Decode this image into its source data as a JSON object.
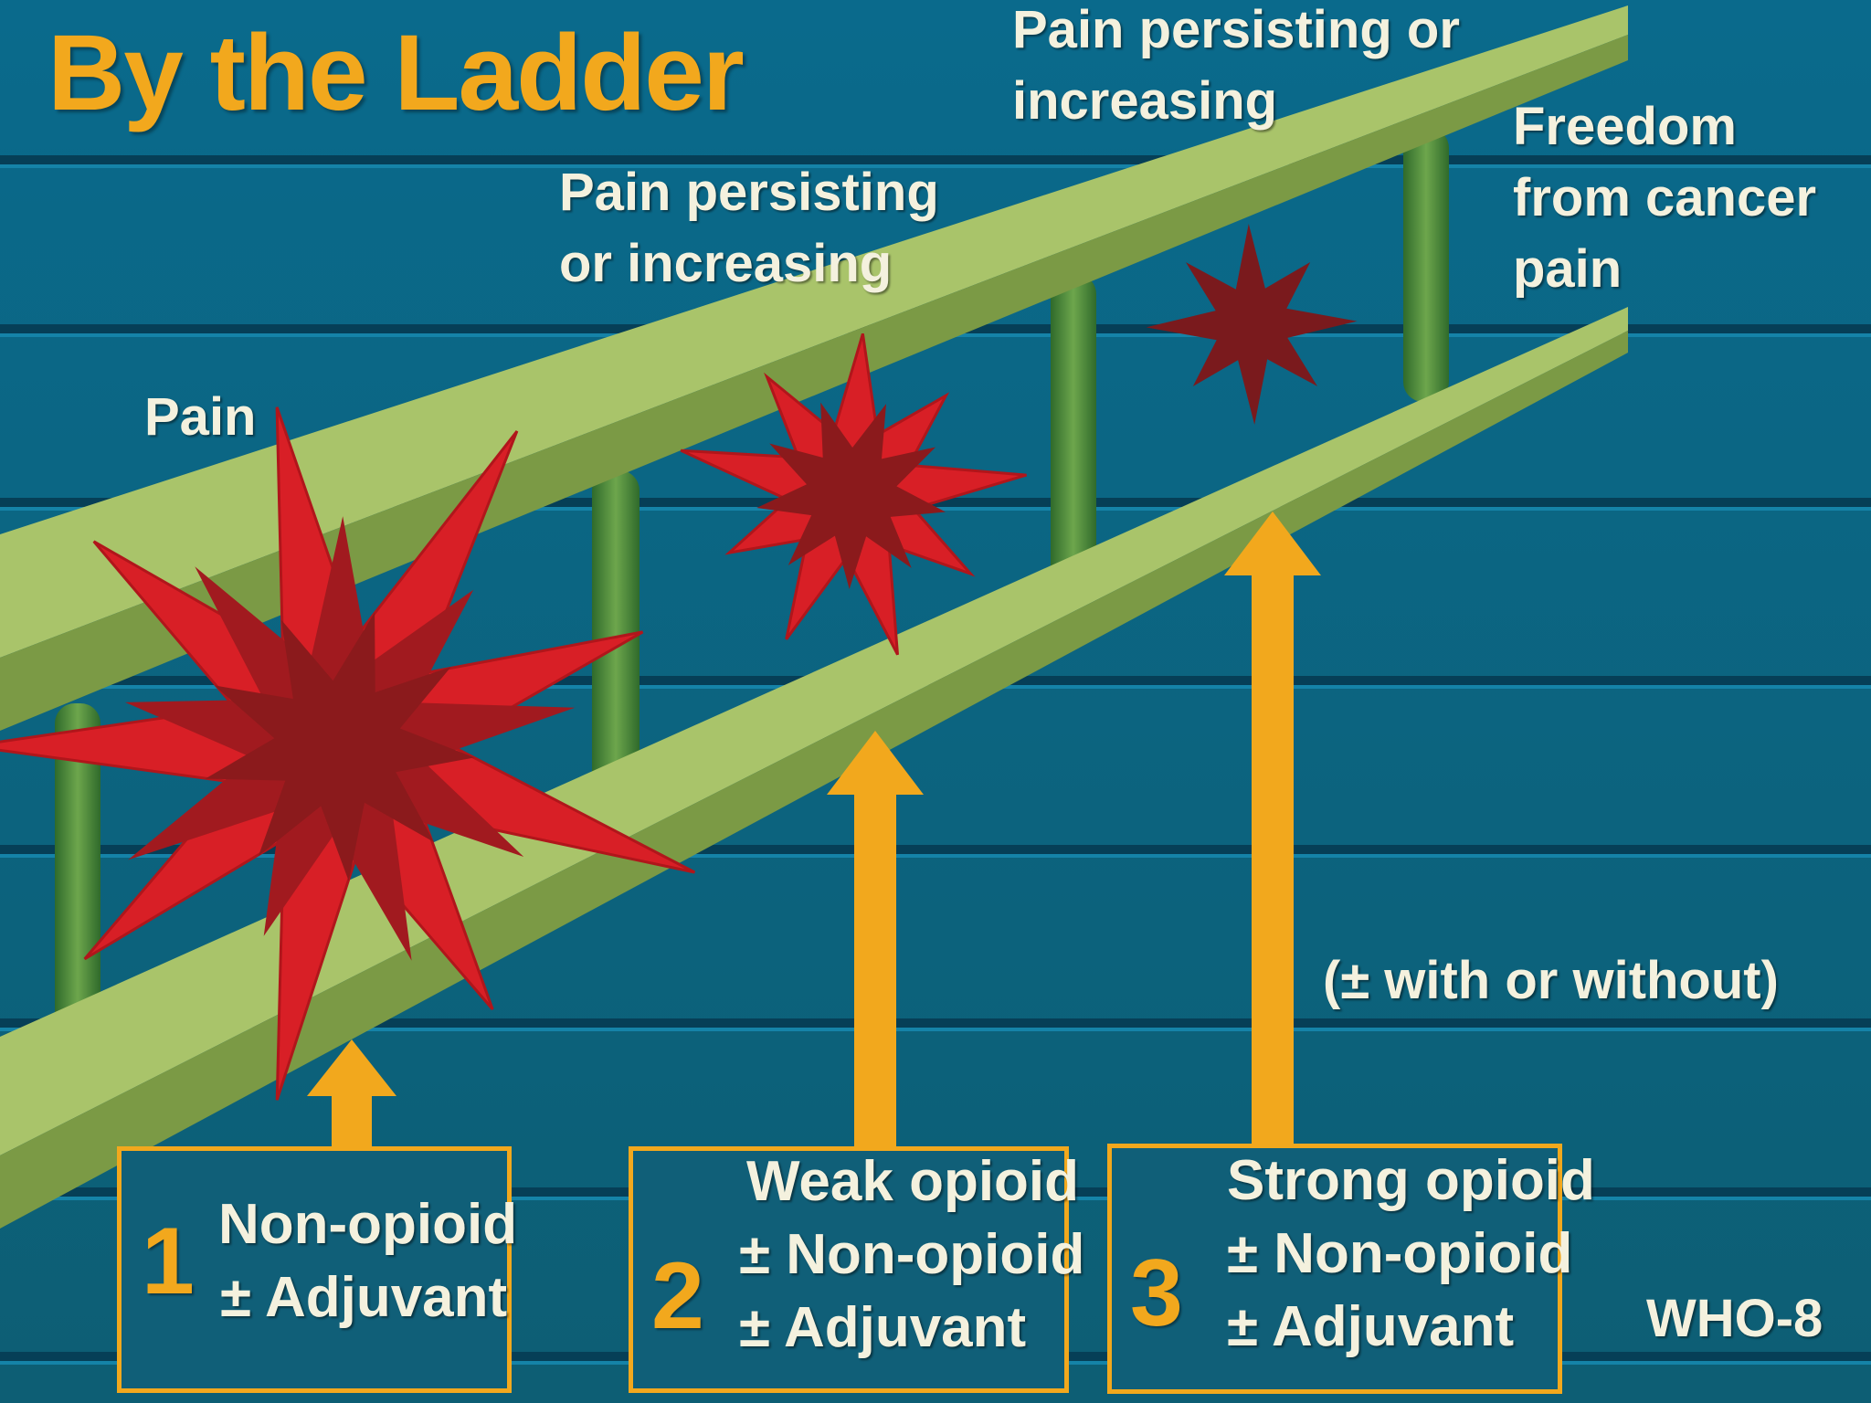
{
  "title": "By the Ladder",
  "labels": {
    "pain": "Pain",
    "pain_persisting_1": [
      "Pain persisting",
      "or increasing"
    ],
    "pain_persisting_2": [
      "Pain persisting or",
      "increasing"
    ],
    "freedom": [
      "Freedom",
      "from cancer",
      "pain"
    ],
    "note": "(± with or without)",
    "code": "WHO-8"
  },
  "steps": [
    {
      "number": "1",
      "lines": [
        "Non-opioid",
        "± Adjuvant"
      ]
    },
    {
      "number": "2",
      "lines": [
        "Weak opioid",
        "± Non-opioid",
        "± Adjuvant"
      ]
    },
    {
      "number": "3",
      "lines": [
        "Strong opioid",
        "± Non-opioid",
        "± Adjuvant"
      ]
    }
  ],
  "colors": {
    "background": "#0b5f7e",
    "stripe": "#063f57",
    "ladder": "#a9c46a",
    "rung": "#4f8a3a",
    "arrow": "#f2a81d",
    "burst": "#d81f26",
    "burst_dark": "#8b1a1c"
  }
}
